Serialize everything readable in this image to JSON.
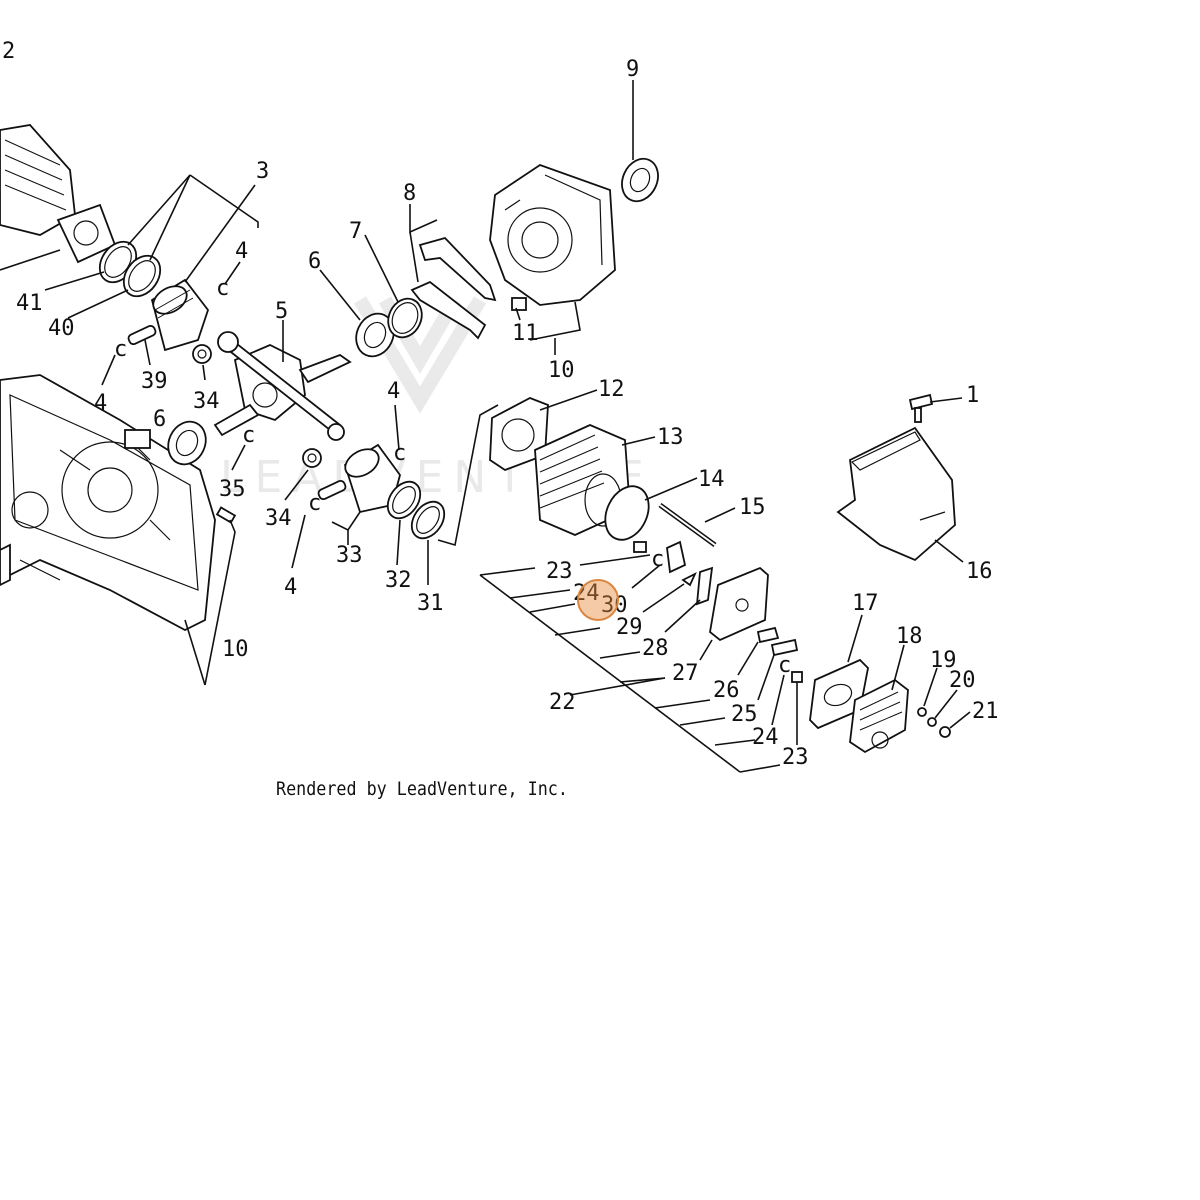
{
  "watermark": "LEADVENTURE",
  "credit": "Rendered by LeadVenture, Inc.",
  "hotspot": {
    "part": "30",
    "color": "#E08A3C"
  },
  "callouts": [
    "2",
    "9",
    "3",
    "8",
    "7",
    "4",
    "6",
    "5",
    "41",
    "40",
    "11",
    "10",
    "39",
    "34",
    "4",
    "12",
    "1",
    "13",
    "6",
    "35",
    "4",
    "14",
    "15",
    "34",
    "33",
    "4",
    "32",
    "31",
    "10",
    "23",
    "24",
    "30",
    "29",
    "16",
    "28",
    "17",
    "18",
    "27",
    "19",
    "26",
    "20",
    "22",
    "25",
    "21",
    "24",
    "23"
  ]
}
